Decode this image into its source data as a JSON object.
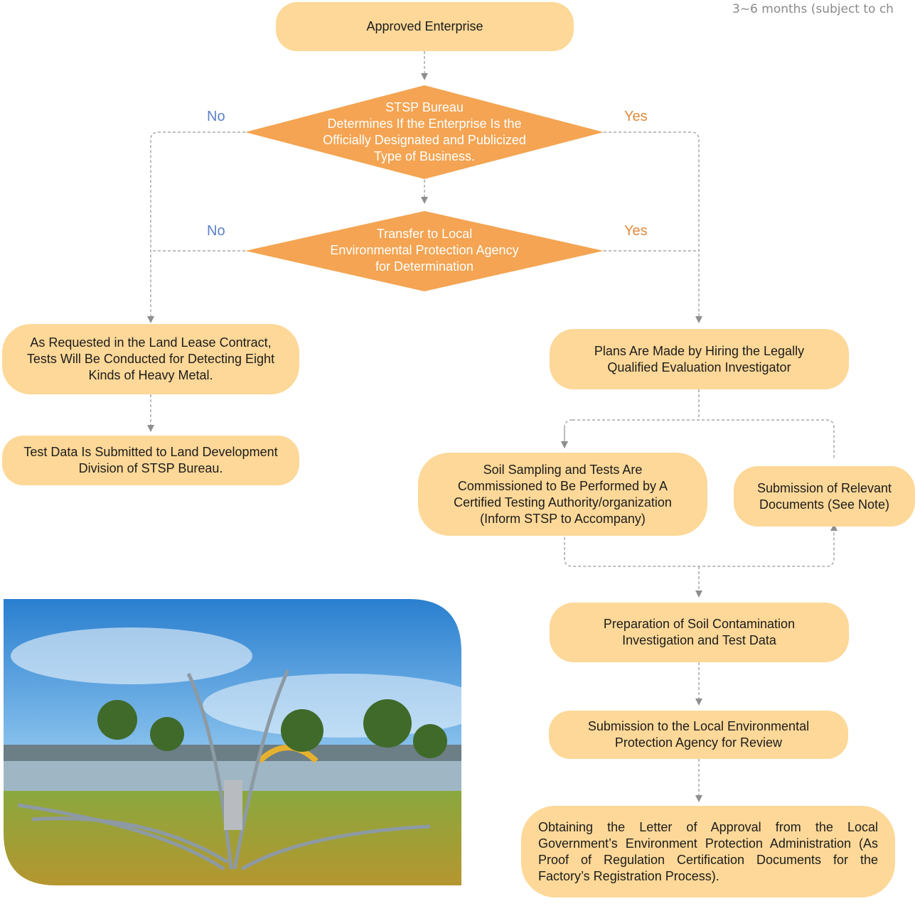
{
  "timeline_note": "3~6 months (subject to ch",
  "nodes": {
    "approved": "Approved Enterprise",
    "decision1": "STSP Bureau\nDetermines If the Enterprise Is the\nOfficially Designated and Publicized\nType of Business.",
    "decision2": "Transfer to Local\nEnvironmental Protection Agency\nfor Determination",
    "heavy_metal": "As Requested in the Land Lease Contract,\nTests Will Be Conducted for Detecting Eight\nKinds of Heavy Metal.",
    "test_data": "Test Data Is Submitted to Land Development\nDivision of STSP Bureau.",
    "plans": "Plans Are Made by Hiring the Legally\nQualified Evaluation Investigator",
    "soil_sampling": "Soil Sampling and Tests Are\nCommissioned to Be Performed by A\nCertified Testing Authority/organization\n(Inform STSP to Accompany)",
    "submission_docs": "Submission of Relevant\nDocuments (See Note)",
    "preparation": "Preparation of Soil Contamination\nInvestigation and Test Data",
    "submission_review": "Submission to the Local Environmental\nProtection Agency for Review",
    "approval_letter": "Obtaining the Letter of Approval from the Local Government’s Environment Protection Administration (As Proof of Regulation Certification Documents for the Factory’s Registration Process)."
  },
  "labels": {
    "no1": "No",
    "yes1": "Yes",
    "no2": "No",
    "yes2": "Yes"
  },
  "colors": {
    "box_fill": "#fdd898",
    "decision_fill": "#f4a452",
    "connector": "#a8a8a8",
    "no_label": "#5b82c4",
    "yes_label": "#e08a3c"
  }
}
